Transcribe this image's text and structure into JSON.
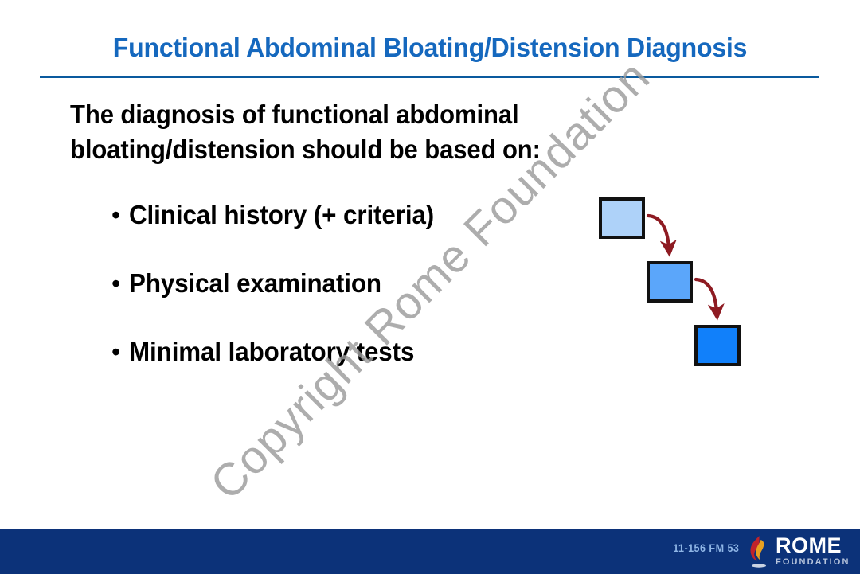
{
  "slide": {
    "title": "Functional Abdominal Bloating/Distension Diagnosis",
    "title_color": "#1568BE",
    "rule_color": "#0A5A9E",
    "background_color": "#FFFFFF",
    "watermark": "Copyright Rome Foundation",
    "watermark_color": "#9C9C9C"
  },
  "body": {
    "lead_line_1": "The diagnosis of functional abdominal",
    "lead_line_2": "bloating/distension should be based on:",
    "bullet_glyph": "•",
    "bullets": [
      {
        "label": "Clinical history (+ criteria)"
      },
      {
        "label": "Physical examination"
      },
      {
        "label": "Minimal laboratory tests"
      }
    ]
  },
  "diagram": {
    "boxes": [
      {
        "name": "step-1-box",
        "fill": "#AED2F9",
        "stroke": "#111111"
      },
      {
        "name": "step-2-box",
        "fill": "#5BA6FA",
        "stroke": "#111111"
      },
      {
        "name": "step-3-box",
        "fill": "#1180FA",
        "stroke": "#111111"
      }
    ],
    "arrow_color": "#8E1B22"
  },
  "footer": {
    "bar_color": "#0C3279",
    "code": "11-156   FM  53",
    "code_color": "#8FB6E6",
    "logo": {
      "name": "rome-foundation-logo",
      "primary_text": "ROME",
      "secondary_text": "FOUNDATION",
      "primary_color": "#FFFFFF",
      "secondary_color": "#B6C4DC",
      "flame_red": "#C0232B",
      "flame_gold": "#E8A020"
    }
  }
}
